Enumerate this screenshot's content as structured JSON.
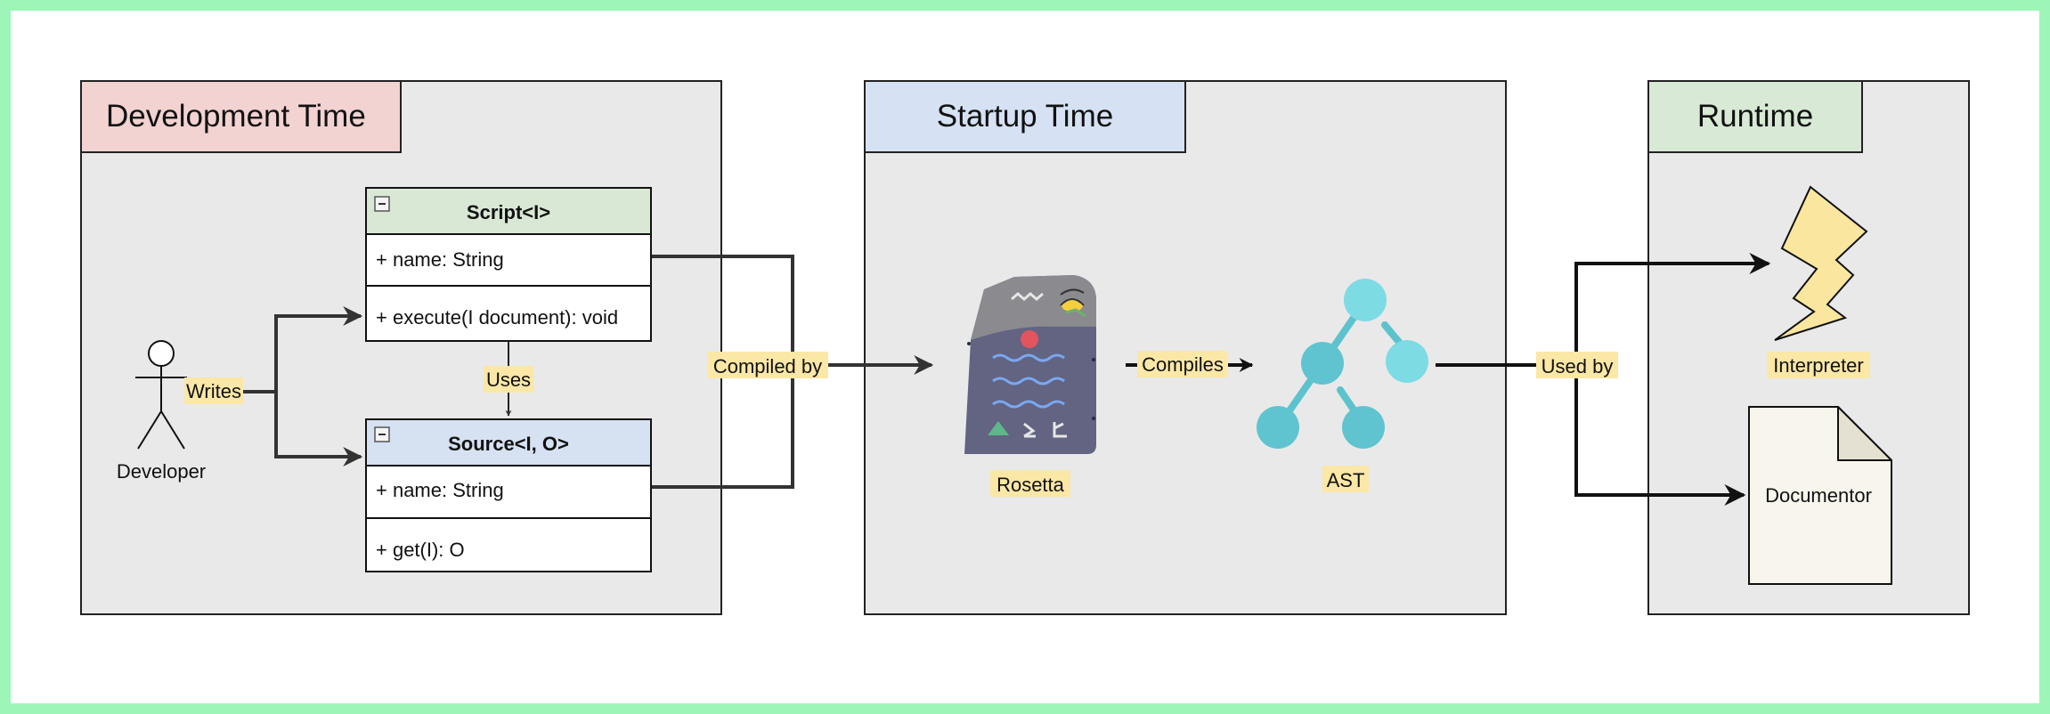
{
  "colors": {
    "frame_border": "#9df5b8",
    "panel_fill": "#e9e9e9",
    "dev_header": "#f2d3d1",
    "startup_header": "#d6e2f3",
    "runtime_header": "#d8e9d6",
    "label_highlight": "#fbe7a6",
    "script_header": "#d8e8d5",
    "source_header": "#d6e1f2",
    "rosetta_body": "#626482",
    "rosetta_top": "#8a8a8f",
    "ast_node": "#7bd7df",
    "lightning": "#fbe69f",
    "document_fill": "#f8f6ec"
  },
  "panels": {
    "development": {
      "title": "Development Time"
    },
    "startup": {
      "title": "Startup Time"
    },
    "runtime": {
      "title": "Runtime"
    }
  },
  "actor": {
    "label": "Developer"
  },
  "classes": {
    "script": {
      "title": "Script<I>",
      "attribute": "+ name: String",
      "method": "+ execute(I document): void"
    },
    "source": {
      "title": "Source<I, O>",
      "attribute": "+ name: String",
      "method": "+ get(I): O"
    }
  },
  "edges": {
    "writes": "Writes",
    "uses": "Uses",
    "compiled_by": "Compiled by",
    "compiles": "Compiles",
    "used_by": "Used by"
  },
  "nodes": {
    "rosetta": "Rosetta",
    "ast": "AST",
    "interpreter": "Interpreter",
    "documentor": "Documentor"
  },
  "icons": {
    "rosetta": "rosetta-stone-icon",
    "ast": "tree-graph-icon",
    "interpreter": "lightning-icon",
    "documentor": "document-icon",
    "actor": "stick-figure-icon",
    "collapse": "collapse-minus-icon"
  }
}
